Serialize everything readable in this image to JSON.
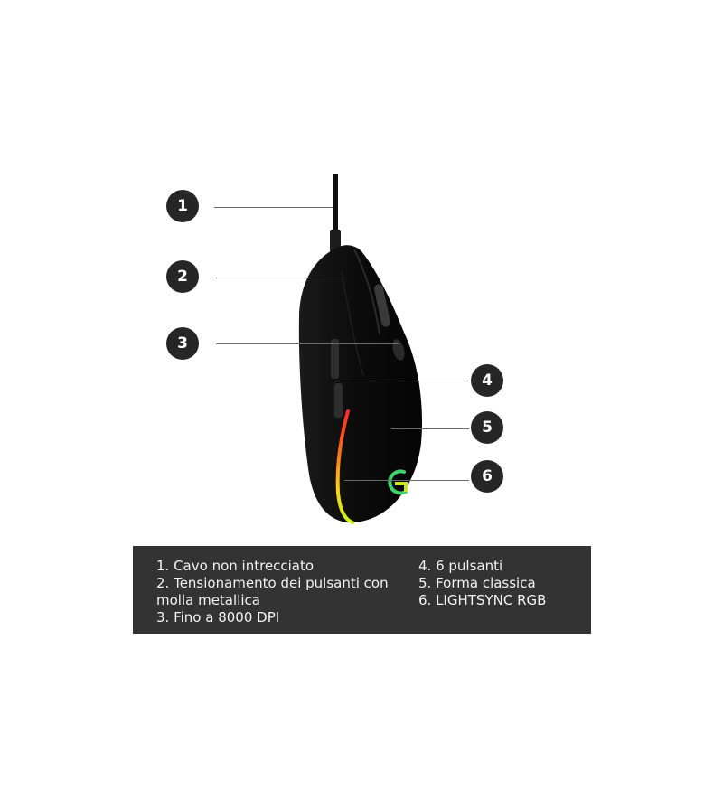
{
  "callouts": [
    "1",
    "2",
    "3",
    "4",
    "5",
    "6"
  ],
  "legend": {
    "left": [
      "1. Cavo non intrecciato",
      "2. Tensionamento dei pulsanti con molla metallica",
      "3. Fino a 8000 DPI"
    ],
    "right": [
      "4. 6 pulsanti",
      "5. Forma classica",
      "6. LIGHTSYNC RGB"
    ]
  },
  "colors": {
    "callout_bg": "#262626",
    "legend_bg": "#333333",
    "mouse_body": "#0c0c0c"
  },
  "logo": {
    "icon": "logitech-g-logo"
  }
}
